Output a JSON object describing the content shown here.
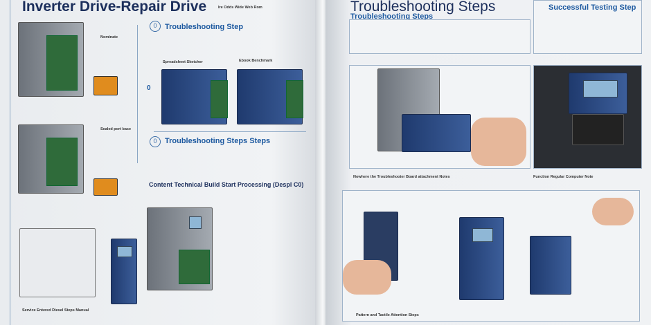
{
  "left_page": {
    "title": "Inverter Drive-Repair Drive",
    "subtitle": "Ire Odds Wide Web Rom",
    "section1": {
      "number": "0",
      "heading": "Troubleshooting Step",
      "caption_a": "Spreadsheet Sketcher",
      "caption_b": "Ebook Benchmark"
    },
    "section2": {
      "number": "0",
      "heading": "Troubleshooting Steps Steps"
    },
    "section3": {
      "heading": "Content Technical Build Start Processing (Despl C0)"
    },
    "label_a": "Nominate",
    "label_b": "Sealed port base",
    "footer_caption": "Service Entered Diesel Steps Manual",
    "side_number": "0"
  },
  "right_page": {
    "title": "Troubleshooting Steps",
    "subtitle": "Troubleshooting Steps",
    "side_heading": "Successful Testing Step",
    "caption_mid": "Nowhere the Troubleshooter Board attachment Notes",
    "caption_mid_right": "Function Regular Computer Note",
    "footer_caption": "Pattern and Tactile Attention Steps"
  }
}
